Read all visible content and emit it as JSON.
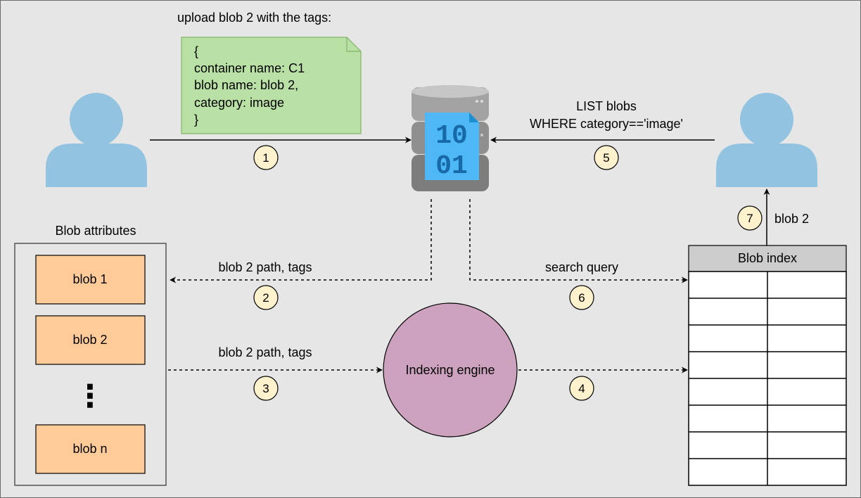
{
  "upload": {
    "caption": "upload blob 2 with the tags:",
    "note_lines": [
      "{",
      "container name: C1",
      "blob name: blob 2,",
      "category: image",
      "}"
    ]
  },
  "storage": {
    "icon_top": "10",
    "icon_bottom": "01"
  },
  "query": {
    "line1": "LIST blobs",
    "line2": "WHERE category=='image'"
  },
  "attributes": {
    "title": "Blob attributes",
    "blobs": [
      "blob 1",
      "blob 2",
      "blob n"
    ],
    "ellipsis": "⋮"
  },
  "engine": {
    "label": "Indexing engine"
  },
  "index": {
    "title": "Blob index"
  },
  "edges": {
    "e2_label": "blob 2 path, tags",
    "e3_label": "blob 2 path, tags",
    "e6_label": "search query",
    "e7_label": "blob 2"
  },
  "steps": [
    "1",
    "2",
    "3",
    "4",
    "5",
    "6",
    "7"
  ],
  "colors": {
    "background": "#e6e6e6",
    "user": "#92c3e0",
    "note_fill": "#b9e0a5",
    "note_stroke": "#82b366",
    "blob_fill": "#ffcc99",
    "engine_fill": "#cda2be",
    "step_fill": "#fff2cc",
    "storage_doc": "#4db8f5",
    "index_header": "#cccccc"
  }
}
